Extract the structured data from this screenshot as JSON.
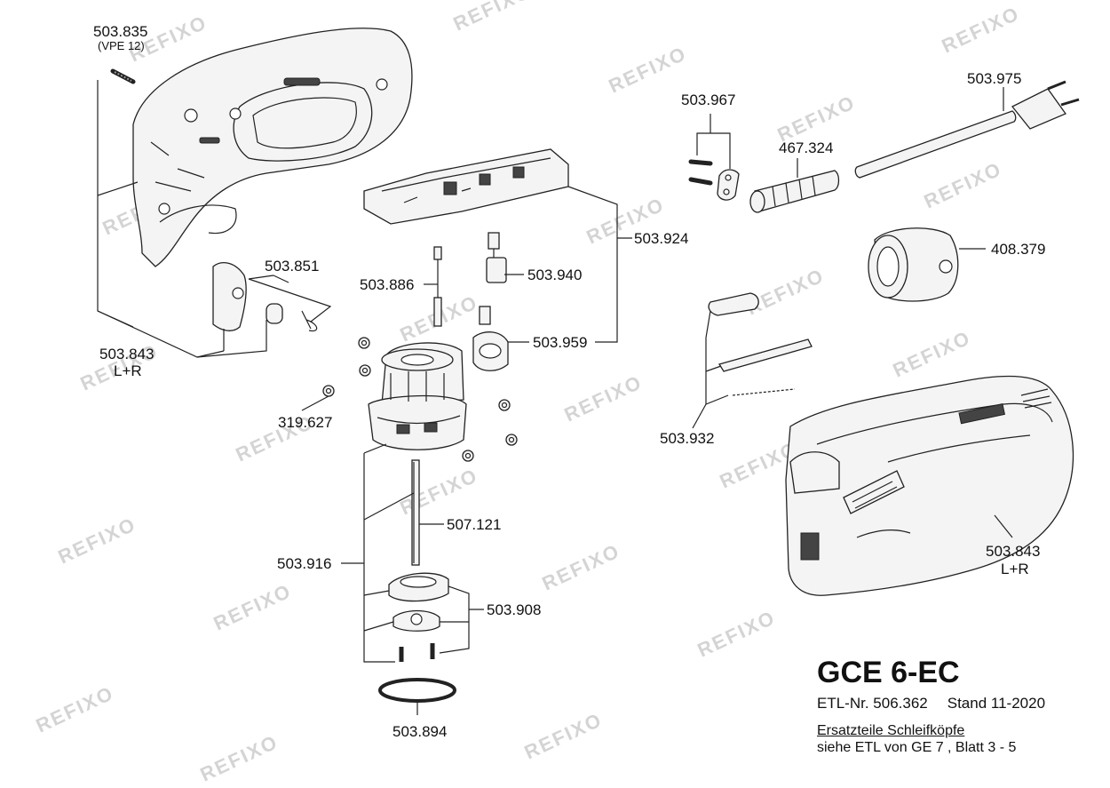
{
  "watermark": "REFIXO",
  "labels": {
    "p503835": "503.835",
    "p503835_note": "(VPE 12)",
    "p503851": "503.851",
    "p503843_left": "503.843",
    "p503843_left_note": "L+R",
    "p503886": "503.886",
    "p503940": "503.940",
    "p503924": "503.924",
    "p503959": "503.959",
    "p319627": "319.627",
    "p507121": "507.121",
    "p503916": "503.916",
    "p503908": "503.908",
    "p503894": "503.894",
    "p503967": "503.967",
    "p467324": "467.324",
    "p503975": "503.975",
    "p408379": "408.379",
    "p503932": "503.932",
    "p503843_right": "503.843",
    "p503843_right_note": "L+R"
  },
  "title_block": {
    "model": "GCE 6-EC",
    "etl_number": "ETL-Nr. 506.362",
    "date": "Stand 11-2020",
    "spare_heading": "Ersatzteile Schleifköpfe",
    "spare_ref": "siehe ETL von GE 7 , Blatt 3 - 5"
  }
}
